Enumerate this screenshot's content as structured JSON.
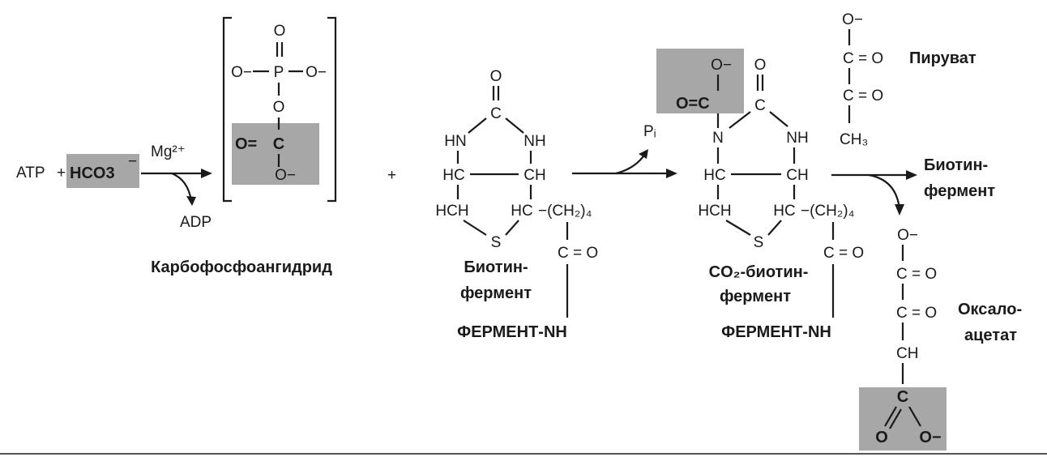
{
  "reactants": {
    "atp": "ATP",
    "plus": "+",
    "bicarbonate": "HCO3",
    "bicarbonate_charge": "−",
    "mg": "Mg²⁺",
    "adp": "ADP"
  },
  "carbophosphoanhydride": {
    "label": "Карбофосфоангидрид",
    "atoms": {
      "o_top": "O",
      "o_left": "O−",
      "p": "P",
      "o_right": "O−",
      "o_bridge": "O",
      "c_o": "O=",
      "c": "C",
      "o_minus": "O−"
    }
  },
  "plus_between": "+",
  "biotin_enzyme": {
    "label_line1": "Биотин-",
    "label_line2": "фермент",
    "enzyme": "ФЕРМЕНТ-NH",
    "atoms": {
      "o": "O",
      "c": "C",
      "nh_left": "HN",
      "nh_right": "NH",
      "hc": "HC",
      "ch": "CH",
      "hch": "HCH",
      "hc2": "HC",
      "chain": "−(CH₂)₄",
      "s": "S",
      "co": "C = O"
    }
  },
  "pi": "Pᵢ",
  "co2_biotin_enzyme": {
    "label_line1": "CO₂-биотин-",
    "label_line2": "фермент",
    "enzyme": "ФЕРМЕНТ-NH",
    "atoms": {
      "o_minus": "O−",
      "o_eq_c": "O=C",
      "o": "O",
      "c": "C",
      "n": "N",
      "nh": "NH",
      "hc": "HC",
      "ch": "CH",
      "hch": "HCH",
      "hc2": "HC",
      "chain": "−(CH₂)₄",
      "s": "S",
      "co": "C = O"
    }
  },
  "pyruvate": {
    "label": "Пируват",
    "atoms": {
      "o_minus": "O−",
      "c1": "C = O",
      "c2": "C = O",
      "ch3": "CH₃"
    }
  },
  "biotin_enzyme_product": {
    "line1": "Биотин-",
    "line2": "фермент"
  },
  "oxaloacetate": {
    "label_line1": "Оксало-",
    "label_line2": "ацетат",
    "atoms": {
      "o_minus": "O−",
      "c1": "C = O",
      "c2": "C = O",
      "ch": "CH",
      "c": "C",
      "o": "O",
      "o2": "O−"
    }
  }
}
